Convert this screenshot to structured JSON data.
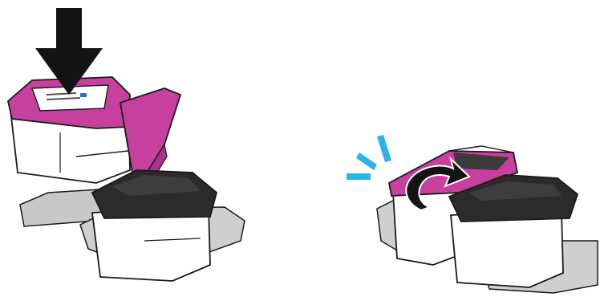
{
  "steps": [
    {
      "id": "insert",
      "description": "",
      "arrow_icon": "down-arrow-icon",
      "cartridge_color": "tri-color",
      "latch_state": "open"
    },
    {
      "id": "close-latch",
      "description": "",
      "arrow_icon": "curved-arrow-icon",
      "cartridge_color": "tri-color",
      "latch_state": "closing"
    }
  ],
  "colors": {
    "magenta": "#c8409e",
    "magenta_dark": "#a8328a",
    "black_latch": "#2b2b2b",
    "grey_body": "#cfcfcf",
    "grey_shadow": "#bdbdbd",
    "outline": "#1a1a1a",
    "click_accent": "#2ab3e6",
    "label_blue": "#2a6fdb"
  }
}
